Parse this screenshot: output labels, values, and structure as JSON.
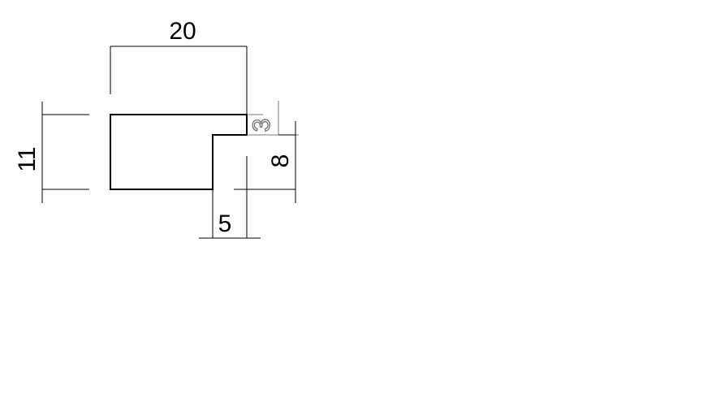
{
  "drawing": {
    "dimensions": {
      "width_total": "20",
      "height_total": "11",
      "step_height": "3",
      "right_height": "8",
      "step_width": "5"
    },
    "colors": {
      "lines": "#000000",
      "secondary_dimension": "#7a7a7a",
      "background": "#ffffff"
    }
  }
}
